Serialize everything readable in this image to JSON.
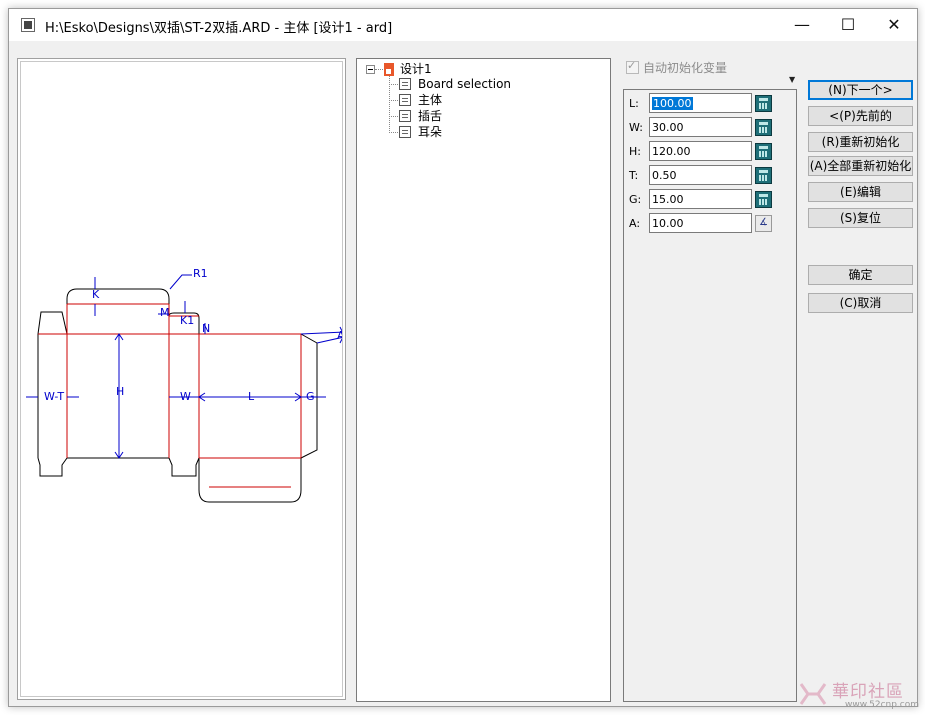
{
  "window": {
    "title": "H:\\Esko\\Designs\\双插\\ST-2双插.ARD - 主体 [设计1 - ard]",
    "minimize": "—",
    "maximize": "☐",
    "close": "✕"
  },
  "tree": {
    "root": "设计1",
    "items": [
      "Board selection",
      "主体",
      "插舌",
      "耳朵"
    ]
  },
  "auto_reinit": {
    "label": "自动初始化变量",
    "checked": true,
    "enabled": false
  },
  "params": [
    {
      "label": "L:",
      "value": "100.00",
      "button": "calc-icon"
    },
    {
      "label": "W:",
      "value": "30.00",
      "button": "calc-icon"
    },
    {
      "label": "H:",
      "value": "120.00",
      "button": "calc-icon"
    },
    {
      "label": "T:",
      "value": "0.50",
      "button": "calc-icon"
    },
    {
      "label": "G:",
      "value": "15.00",
      "button": "calc-icon"
    },
    {
      "label": "A:",
      "value": "10.00",
      "button": "angle-icon"
    }
  ],
  "buttons": {
    "next": "(N)下一个>",
    "prev": "<(P)先前的",
    "reinit": "(R)重新初始化",
    "reinit_all": "(A)全部重新初始化",
    "edit": "(E)编辑",
    "reset": "(S)复位",
    "ok": "确定",
    "cancel": "(C)取消"
  },
  "diagram": {
    "labels": [
      "R1",
      "K",
      "M",
      "K1",
      "N",
      "A",
      "W-T",
      "H",
      "W",
      "L",
      "G"
    ],
    "line_colors": {
      "cut": "#000000",
      "crease": "#cc0000",
      "dimension": "#0000cc"
    }
  },
  "watermark": {
    "text": "華印社區",
    "url": "www.52cnp.com"
  }
}
